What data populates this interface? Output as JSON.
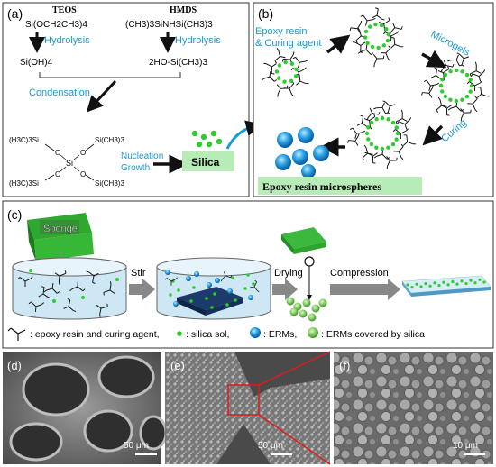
{
  "panel_a": {
    "label": "(a)",
    "teos": "TEOS",
    "teos_formula": "Si(OCH2CH3)4",
    "hmds": "HMDS",
    "hmds_formula": "(CH3)3SiNHSi(CH3)3",
    "hydrolysis_left": "Hydrolysis",
    "hydrolysis_right": "Hydrolysis",
    "product_left": "Si(OH)4",
    "product_right": "2HO-Si(CH3)3",
    "condensation": "Condensation",
    "struct_tl": "(H3C)3Si",
    "struct_tr": "Si(CH3)3",
    "struct_bl": "(H3C)3Si",
    "struct_br": "Si(CH3)3",
    "struct_center": "Si",
    "struct_o": "O",
    "nucleation": "Nucleation",
    "growth": "Growth",
    "silica": "Silica"
  },
  "panel_b": {
    "label": "(b)",
    "epoxy_line1": "Epoxy resin",
    "epoxy_line2": "& Curing agent",
    "microgels": "Microgels",
    "curing": "Curing",
    "microspheres": "Epoxy resin microspheres"
  },
  "panel_c": {
    "label": "(c)",
    "sponge": "Sponge",
    "stir": "Stir",
    "drying": "Drying",
    "compression": "Compression",
    "legend_epoxy": ": epoxy resin and curing agent,",
    "legend_sol": ": silica sol,",
    "legend_erm": ": ERMs,",
    "legend_erm_silica": ": ERMs covered by silica"
  },
  "panel_d": {
    "label": "(d)",
    "scale": "50 μm"
  },
  "panel_e": {
    "label": "(e)",
    "scale": "50 μm"
  },
  "panel_f": {
    "label": "(f)",
    "scale": "10 μm"
  },
  "colors": {
    "accent_blue": "#1a9bd3",
    "green": "#3fbf3f",
    "silica_bg": "#b7ebb7",
    "red": "#d42020"
  }
}
